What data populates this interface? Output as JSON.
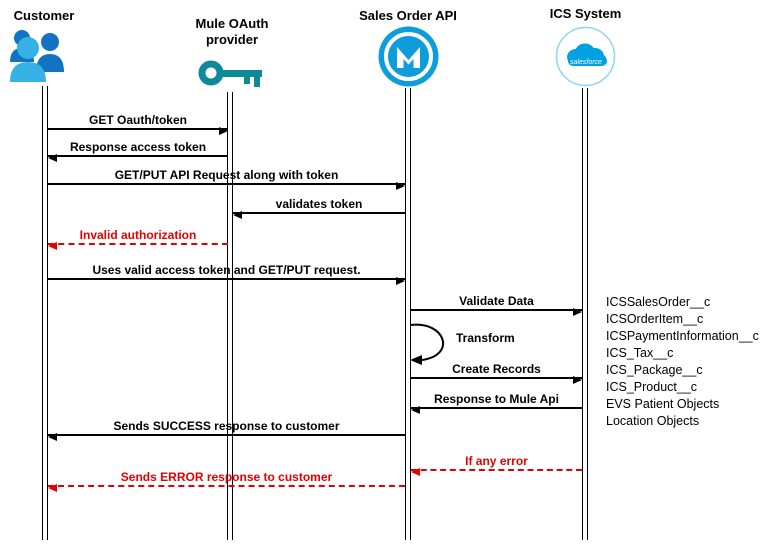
{
  "actors": [
    {
      "name": "Customer",
      "icon": "customer-group-icon"
    },
    {
      "name": "Mule OAuth provider",
      "icon": "key-icon"
    },
    {
      "name": "Sales Order API",
      "icon": "mulesoft-logo"
    },
    {
      "name": "ICS System",
      "icon": "salesforce-logo"
    }
  ],
  "messages": [
    {
      "label": "GET Oauth/token",
      "from": "Customer",
      "to": "Mule OAuth provider",
      "style": "solid"
    },
    {
      "label": "Response access token",
      "from": "Mule OAuth provider",
      "to": "Customer",
      "style": "solid"
    },
    {
      "label": "GET/PUT API Request along with token",
      "from": "Customer",
      "to": "Sales Order API",
      "style": "solid"
    },
    {
      "label": "validates token",
      "from": "Sales Order API",
      "to": "Mule OAuth provider",
      "style": "solid"
    },
    {
      "label": "Invalid authorization",
      "from": "Mule OAuth provider",
      "to": "Customer",
      "style": "dashed-error"
    },
    {
      "label": "Uses valid access token and GET/PUT request.",
      "from": "Customer",
      "to": "Sales Order API",
      "style": "solid"
    },
    {
      "label": "Validate Data",
      "from": "Sales Order API",
      "to": "ICS System",
      "style": "solid"
    },
    {
      "label": "Transform",
      "from": "Sales Order API",
      "to": "Sales Order API",
      "style": "self"
    },
    {
      "label": "Create Records",
      "from": "Sales Order API",
      "to": "ICS System",
      "style": "solid"
    },
    {
      "label": "Response to Mule Api",
      "from": "ICS System",
      "to": "Sales Order API",
      "style": "solid"
    },
    {
      "label": "Sends SUCCESS response to customer",
      "from": "Sales Order API",
      "to": "Customer",
      "style": "solid"
    },
    {
      "label": "If any error",
      "from": "ICS System",
      "to": "Sales Order API",
      "style": "dashed-error"
    },
    {
      "label": "Sends ERROR response to customer",
      "from": "Sales Order API",
      "to": "Customer",
      "style": "dashed-error"
    }
  ],
  "ics_objects": [
    "ICSSalesOrder__c",
    "ICSOrderItem__c",
    "ICSPaymentInformation__c",
    "ICS_Tax__c",
    "ICS_Package__c",
    "ICS_Product__c",
    "EVS Patient Objects",
    "Location Objects"
  ],
  "logos": {
    "salesforce_text": "salesforce"
  },
  "colors": {
    "message_line": "#000000",
    "error": "#e40000",
    "mule_blue": "#0d9ddb",
    "salesforce_blue": "#00a1e0",
    "key_teal": "#0e8998",
    "person_light_blue": "#35b1e5",
    "person_dark_blue": "#1273c0"
  }
}
